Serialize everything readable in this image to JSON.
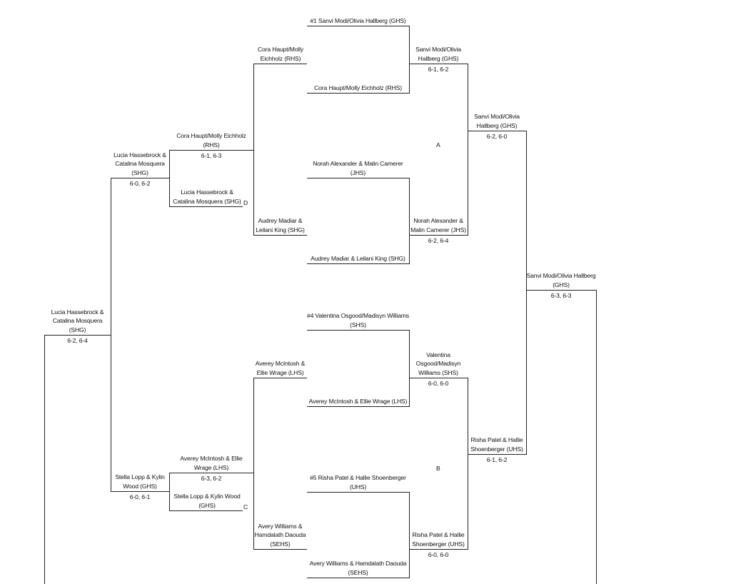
{
  "round1": [
    "#1 Sanvi Modi/Olivia Hallberg (GHS)",
    "Cora Haupt/Molly Eichholz (RHS)",
    "Norah Alexander & Malin Camerer (JHS)",
    "Audrey Madiar & Leilani King (SHG)",
    "#4 Valentina Osgood/Madisyn Williams (SHS)",
    "Averey McIntosh & Ellie Wrage (LHS)",
    "#5 Risha Patel & Hallie Shoenberger (UHS)",
    "Avery Williams & Hamdalath Daouda (SEHS)"
  ],
  "quarterfinals": [
    {
      "team": "Sanvi Modi/Olivia Hallberg (GHS)",
      "score": "6-1, 6-2"
    },
    {
      "team": "Norah Alexander & Malin Camerer (JHS)",
      "score": "6-2, 6-4"
    },
    {
      "team": "Valentina Osgood/Madisyn Williams (SHS)",
      "score": "6-0, 6-0"
    },
    {
      "team": "Risha Patel & Hallie Shoenberger (UHS)",
      "score": "6-0, 6-0"
    }
  ],
  "semifinals": [
    {
      "team": "Sanvi Modi/Olivia Hallberg (GHS)",
      "score": "6-2, 6-0"
    },
    {
      "team": "Risha Patel & Hallie Shoenberger (UHS)",
      "score": "6-1, 6-2"
    }
  ],
  "final": {
    "team": "Sanvi Modi/Olivia Hallberg (GHS)",
    "score": "6-3, 6-3"
  },
  "consolation_r1": [
    "Cora Haupt/Molly Eichholz (RHS)",
    "Audrey Madiar & Leilani King (SHG)",
    "Averey McIntosh & Ellie Wrage (LHS)",
    "Avery Williams & Hamdalath Daouda (SEHS)"
  ],
  "consolation_r2": [
    {
      "team": "Cora Haupt/Molly Eichholz (RHS)",
      "score": "6-1, 6-3"
    },
    {
      "team": "Lucia Hassebrock & Catalina Mosquera (SHG)"
    },
    {
      "team": "Averey McIntosh & Ellie Wrage (LHS)",
      "score": "6-3, 6-2"
    },
    {
      "team": "Stella Lopp & Kylin Wood (GHS)"
    }
  ],
  "consolation_r3": [
    {
      "team": "Lucia Hassebrock & Catalina Mosquera (SHG)",
      "score": "6-0, 6-2"
    },
    {
      "team": "Stella Lopp & Kylin Wood (GHS)",
      "score": "6-0, 6-1"
    }
  ],
  "consolation_final": {
    "team": "Lucia Hassebrock & Catalina Mosquera (SHG)",
    "score": "6-2, 6-4"
  },
  "markers": {
    "a": "A",
    "b": "B",
    "c": "C",
    "d": "D"
  }
}
